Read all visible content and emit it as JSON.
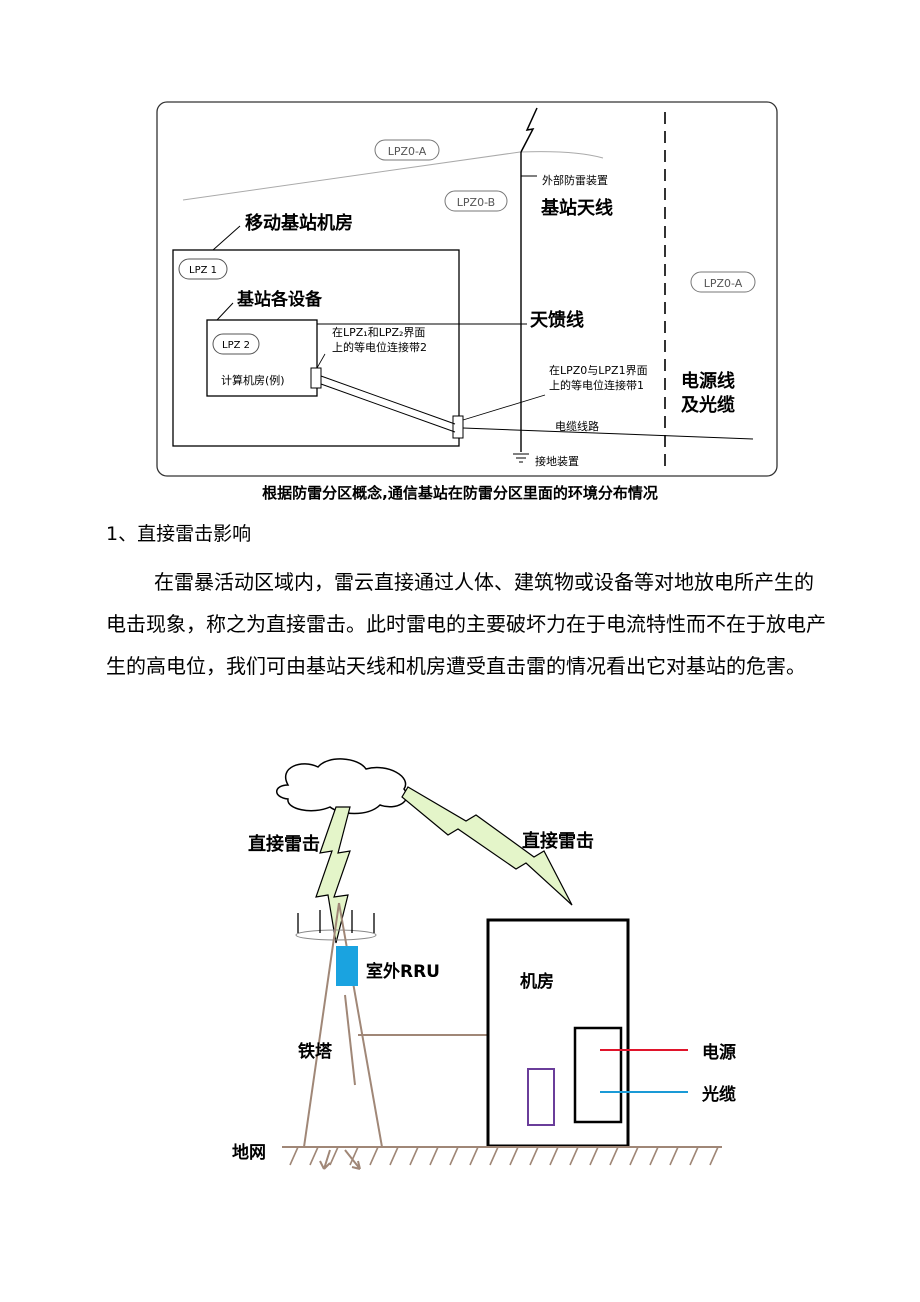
{
  "figure1": {
    "lpz0a_top": "LPZ0-A",
    "lpz0b": "LPZ0-B",
    "lpz0a_right": "LPZ0-A",
    "lpz1": "LPZ 1",
    "lpz2": "LPZ 2",
    "room_title": "移动基站机房",
    "equipment_title": "基站各设备",
    "computer_room": "计算机房(例)",
    "bond2_line1": "在LPZ₁和LPZ₂界面",
    "bond2_line2": "上的等电位连接带2",
    "external_lp": "外部防雷装置",
    "antenna": "基站天线",
    "feeder": "天馈线",
    "bond1_line1": "在LPZ0与LPZ1界面",
    "bond1_line2": "上的等电位连接带1",
    "power_line1": "电源线",
    "power_line2": "及光缆",
    "cable_route": "电缆线路",
    "grounding": "接地装置"
  },
  "caption": "根据防雷分区概念,通信基站在防雷分区里面的环境分布情况",
  "heading": "1、直接雷击影响",
  "paragraph": "在雷暴活动区域内，雷云直接通过人体、建筑物或设备等对地放电所产生的电击现象，称之为直接雷击。此时雷电的主要破坏力在于电流特性而不在于放电产生的高电位，我们可由基站天线和机房遭受直击雷的情况看出它对基站的危害。",
  "figure2": {
    "strike_left": "直接雷击",
    "strike_right": "直接雷击",
    "rru": "室外RRU",
    "tower": "铁塔",
    "room": "机房",
    "power": "电源",
    "fiber": "光缆",
    "ground": "地网"
  },
  "colors": {
    "bolt_fill": "#e4f5c9",
    "rru_blue": "#1aa3e0",
    "tower_brown": "#a08777",
    "power_red": "#e0142b",
    "fiber_blue": "#1a9ad6",
    "equipment_purple": "#6a3d9a"
  }
}
